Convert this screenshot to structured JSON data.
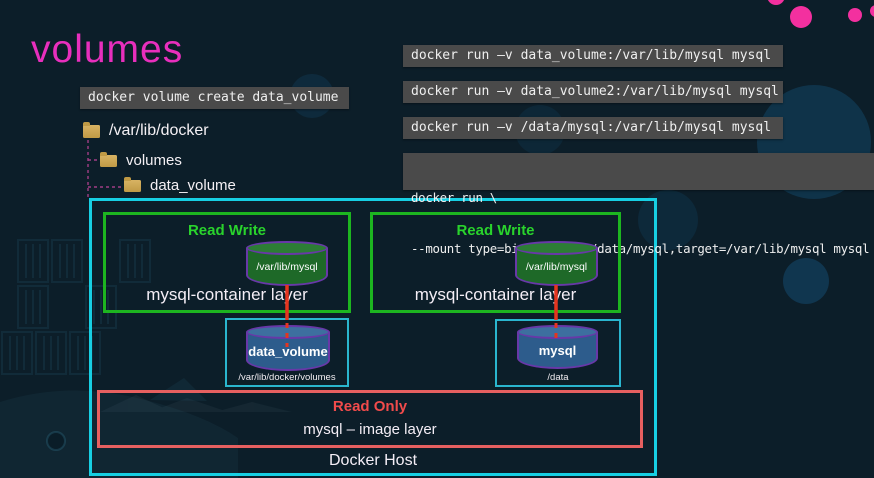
{
  "title": "volumes",
  "commands": {
    "create": "docker volume create data_volume",
    "runs": [
      "docker run –v data_volume:/var/lib/mysql mysql",
      "docker run –v data_volume2:/var/lib/mysql mysql",
      "docker run –v /data/mysql:/var/lib/mysql mysql"
    ],
    "run_mount": {
      "line1": "docker run \\",
      "line2": "--mount type=bind,source=/data/mysql,target=/var/lib/mysql mysql"
    }
  },
  "file_tree": {
    "items": [
      {
        "label": "/var/lib/docker"
      },
      {
        "label": "volumes"
      },
      {
        "label": "data_volume"
      }
    ]
  },
  "diagram": {
    "host_label": "Docker Host",
    "containers": [
      {
        "access": "Read Write",
        "volume_mount": "/var/lib/mysql",
        "layer_label": "mysql-container layer"
      },
      {
        "access": "Read Write",
        "volume_mount": "/var/lib/mysql",
        "layer_label": "mysql-container layer"
      }
    ],
    "host_volumes": [
      {
        "name": "data_volume",
        "path": "/var/lib/docker/volumes"
      },
      {
        "name": "mysql",
        "path": "/data"
      }
    ],
    "image_layer": {
      "access": "Read Only",
      "label": "mysql – image layer"
    }
  },
  "colors": {
    "background": "#0c1e29",
    "accent_pink": "#e82fbd",
    "host_border_cyan": "#17cfe3",
    "readwrite_green": "#29d32c",
    "readonly_red": "#f14b4b",
    "connector_red": "#e5351f",
    "cylinder_stroke_purple": "#6838a8",
    "code_box_gray": "#4a4a4a"
  }
}
